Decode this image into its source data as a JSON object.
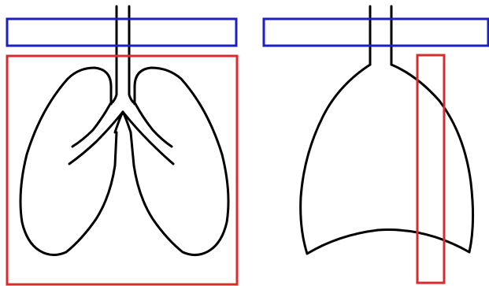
{
  "colors": {
    "background": "#ffffff",
    "anatomy_outline": "#000000",
    "horizontal_region_box": "#1f1fbf",
    "vertical_region_box": "#d92b2b"
  },
  "panels": [
    {
      "id": "left-panel",
      "subject": "lungs-with-trachea-and-bronchi",
      "boxes": [
        "blue-horizontal-box",
        "red-large-box"
      ]
    },
    {
      "id": "right-panel",
      "subject": "chest-cavity-outline-with-trachea",
      "boxes": [
        "blue-horizontal-box",
        "red-narrow-box"
      ]
    }
  ]
}
